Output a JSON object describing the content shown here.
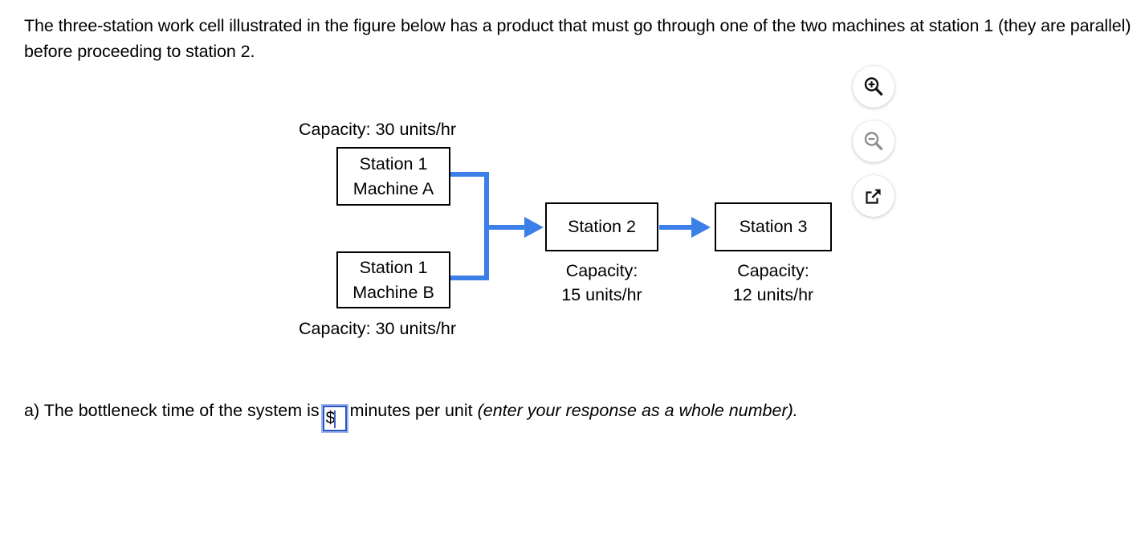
{
  "question": {
    "intro": "The three-station work cell illustrated in the figure below has a product that must go through one of the two machines at station 1 (they are parallel) before proceeding to station 2."
  },
  "figure": {
    "nodes": [
      {
        "id": "station1-machine-a",
        "line1": "Station 1",
        "line2": "Machine A"
      },
      {
        "id": "station1-machine-b",
        "line1": "Station 1",
        "line2": "Machine B"
      },
      {
        "id": "station2",
        "line1": "Station 2",
        "line2": ""
      },
      {
        "id": "station3",
        "line1": "Station 3",
        "line2": ""
      }
    ],
    "capacities": {
      "machine_a": "Capacity: 30 units/hr",
      "machine_b": "Capacity: 30 units/hr",
      "station2_line1": "Capacity:",
      "station2_line2": "15 units/hr",
      "station3_line1": "Capacity:",
      "station3_line2": "12 units/hr"
    },
    "arrow_color": "#3d7fe8",
    "box_border_color": "#000000"
  },
  "toolbar": {
    "zoom_in_label": "zoom-in",
    "zoom_out_label": "zoom-out",
    "open_popup_label": "open-in-new-window"
  },
  "answer": {
    "prefix": "a) The bottleneck time of the system is",
    "input_value": "$",
    "suffix": "minutes per unit",
    "hint": "(enter your response as a whole number)."
  }
}
